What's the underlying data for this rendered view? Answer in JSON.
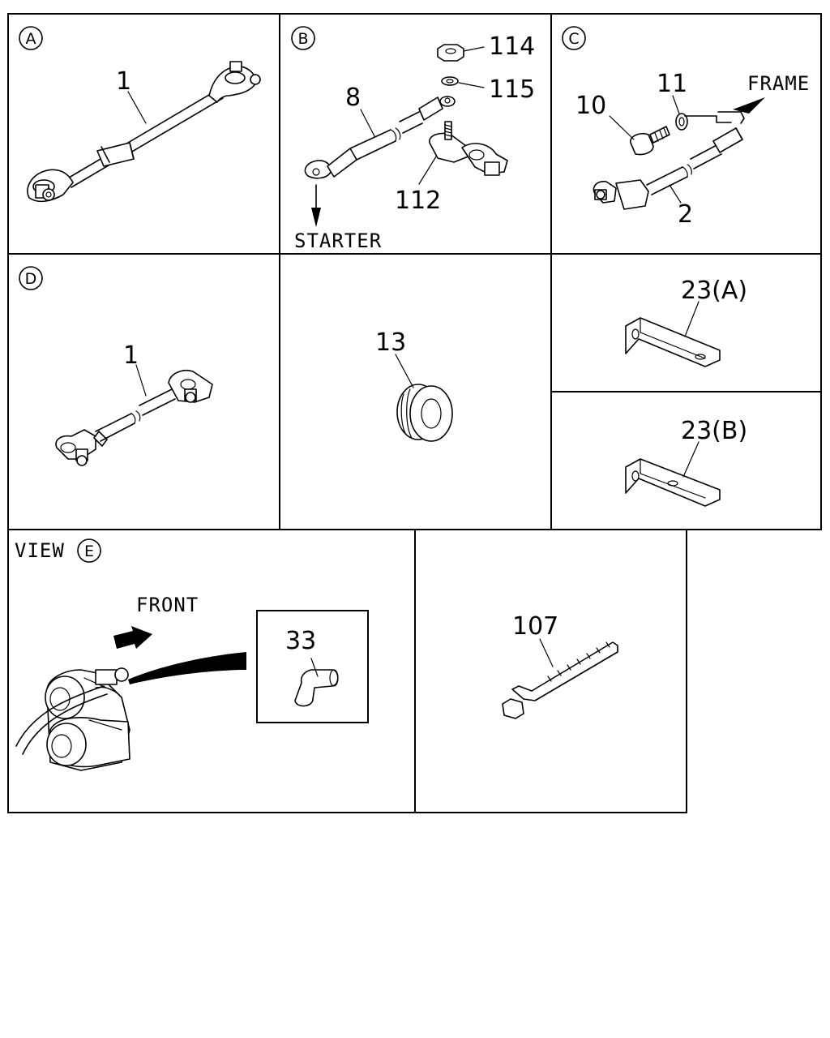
{
  "panels": {
    "a": {
      "tag": "A",
      "parts": [
        "1"
      ]
    },
    "b": {
      "tag": "B",
      "parts": [
        "8",
        "114",
        "115",
        "112"
      ],
      "caption": "STARTER"
    },
    "c": {
      "tag": "C",
      "parts": [
        "10",
        "11",
        "2"
      ],
      "caption": "FRAME"
    },
    "d": {
      "tag": "D",
      "parts": [
        "1"
      ]
    },
    "grommet": {
      "parts": [
        "13"
      ]
    },
    "bracket_a": {
      "parts": [
        "23(A)"
      ]
    },
    "bracket_b": {
      "parts": [
        "23(B)"
      ]
    },
    "view_e": {
      "prefix": "VIEW",
      "tag": "E",
      "direction": "FRONT",
      "parts": [
        "33"
      ]
    },
    "tie": {
      "parts": [
        "107"
      ]
    }
  }
}
